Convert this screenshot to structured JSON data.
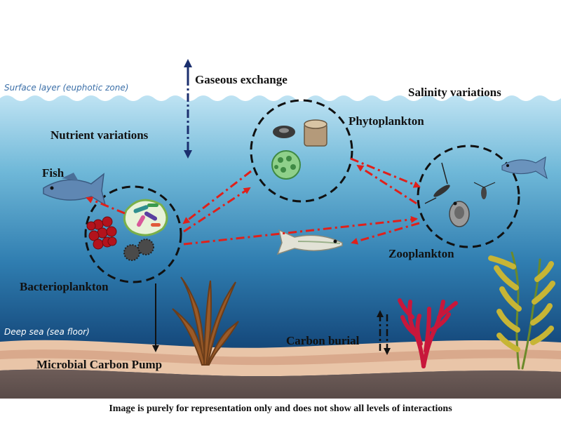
{
  "zones": {
    "surface": "Surface layer (euphotic zone)",
    "deep": "Deep sea (sea floor)"
  },
  "labels": {
    "gaseous": "Gaseous exchange",
    "salinity": "Salinity variations",
    "nutrient": "Nutrient variations",
    "phytoplankton": "Phytoplankton",
    "fish": "Fish",
    "zooplankton": "Zooplankton",
    "bacterioplankton": "Bacterioplankton",
    "carbon_burial": "Carbon burial",
    "microbial_pump": "Microbial Carbon Pump"
  },
  "caption": "Image is purely for representation only and does not show all levels of interactions",
  "colors": {
    "arrow_red": "#e0201a",
    "arrow_navy": "#1b2f6e",
    "water_top": "#b9dff0",
    "water_bottom": "#0e2a4e",
    "sediment": "#e9c5a8",
    "rock": "#5e4f4c"
  }
}
